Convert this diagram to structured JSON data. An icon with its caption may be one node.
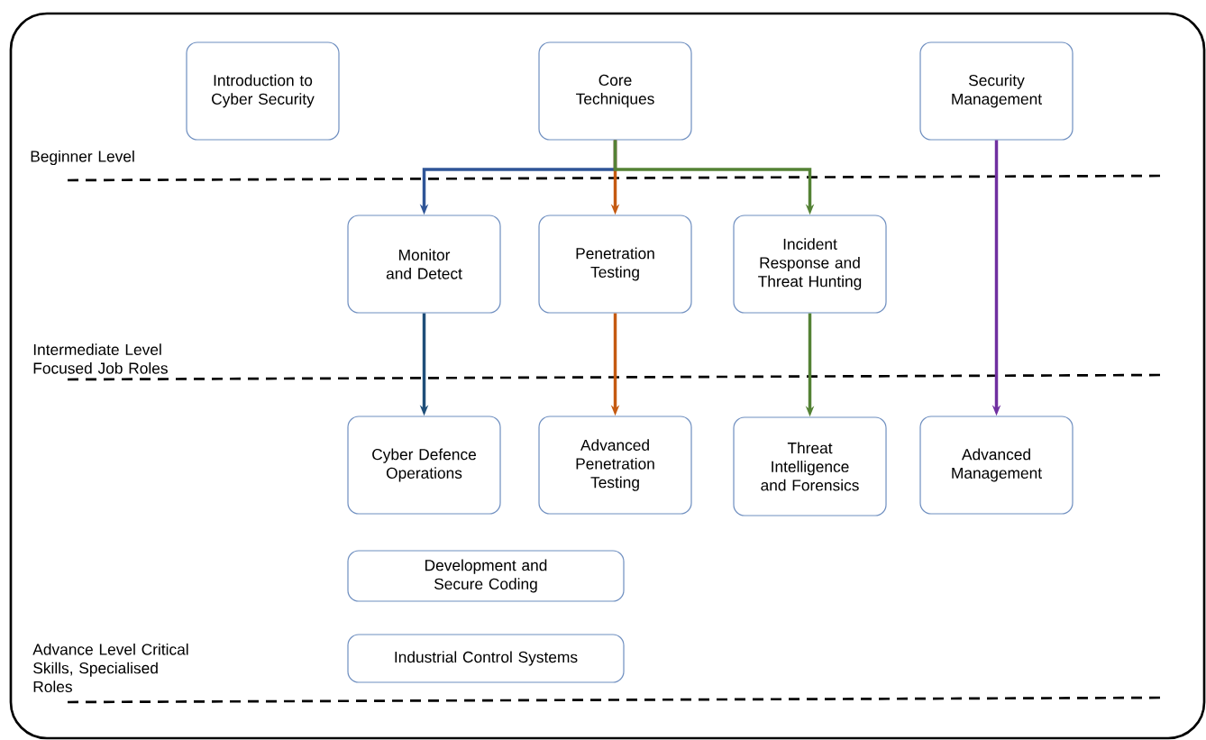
{
  "diagram": {
    "nodes": [
      {
        "text": [
          "Introduction to Cyber Security"
        ]
      },
      {
        "text": [
          "Core Techniques"
        ]
      },
      {
        "text": [
          "Security Management"
        ]
      },
      {
        "text": [
          "Monitor and Detect"
        ]
      },
      {
        "text": [
          "Penetration Testing"
        ]
      },
      {
        "text": [
          "Incident Response and Threat Hunting"
        ]
      },
      {
        "text": [
          "Cyber Defence Operations"
        ]
      },
      {
        "text": [
          "Advanced Penetration Testing"
        ]
      },
      {
        "text": [
          "Threat Intelligence and Forensics"
        ]
      },
      {
        "text": [
          "Advanced Management"
        ]
      },
      {
        "text": [
          "Development and Secure Coding"
        ]
      },
      {
        "text": [
          "Industrial Control Systems"
        ]
      }
    ],
    "edges": [
      {
        "from": 1,
        "to": 3,
        "arrow": "to",
        "color": "#2f5597"
      },
      {
        "from": 1,
        "to": 4,
        "arrow": "to",
        "color": "#c55a11"
      },
      {
        "from": 1,
        "to": 5,
        "arrow": "to",
        "color": "#548235"
      },
      {
        "from": 2,
        "to": 9,
        "arrow": "to",
        "color": "#7030a0"
      },
      {
        "from": 3,
        "to": 6,
        "arrow": "to",
        "color": "#1f4e79"
      },
      {
        "from": 4,
        "to": 7,
        "arrow": "to",
        "color": "#c55a11"
      },
      {
        "from": 5,
        "to": 8,
        "arrow": "to",
        "color": "#548235"
      }
    ],
    "labels": [
      "Beginner Level",
      "Intermediate Level Focused Job Roles",
      "Advance Level Critical Skills, Specialised Roles"
    ]
  }
}
